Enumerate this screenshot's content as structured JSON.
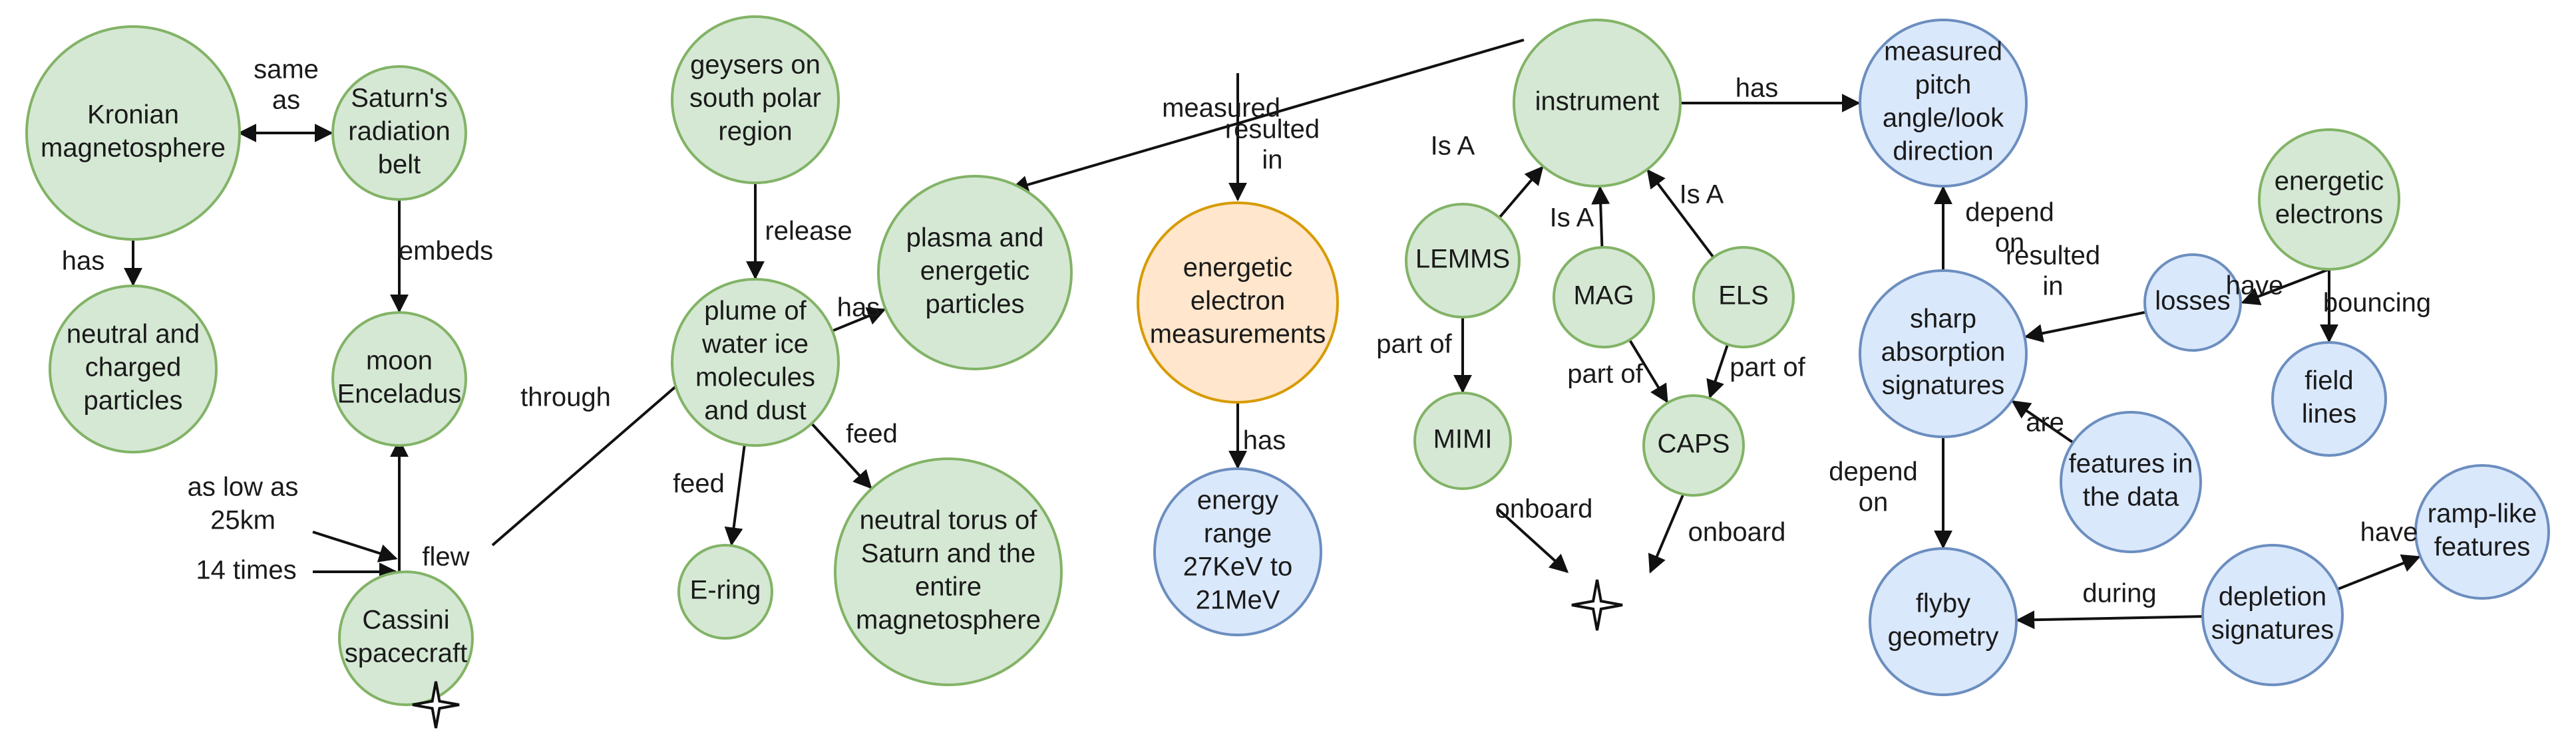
{
  "colors": {
    "green_fill": "#d5e8d4",
    "green_stroke": "#82b366",
    "blue_fill": "#dae8fc",
    "blue_stroke": "#6c8ebf",
    "orange_fill": "#ffe6cc",
    "orange_stroke": "#d79b00",
    "edge": "#111111"
  },
  "nodes": [
    {
      "id": "kronian",
      "lines": [
        "Kronian",
        "magnetosphere"
      ],
      "style": "green"
    },
    {
      "id": "radiation",
      "lines": [
        "Saturn's",
        "radiation",
        "belt"
      ],
      "style": "green"
    },
    {
      "id": "neutral_charged",
      "lines": [
        "neutral and",
        "charged",
        "particles"
      ],
      "style": "green"
    },
    {
      "id": "enceladus",
      "lines": [
        "moon",
        "Enceladus"
      ],
      "style": "green"
    },
    {
      "id": "cassini",
      "lines": [
        "Cassini",
        "spacecraft"
      ],
      "style": "green"
    },
    {
      "id": "geysers",
      "lines": [
        "geysers on",
        "south polar",
        "region"
      ],
      "style": "green"
    },
    {
      "id": "plume",
      "lines": [
        "plume of",
        "water ice",
        "molecules",
        "and dust"
      ],
      "style": "green"
    },
    {
      "id": "ering",
      "lines": [
        "E-ring"
      ],
      "style": "green"
    },
    {
      "id": "torus",
      "lines": [
        "neutral torus of",
        "Saturn and the",
        "entire",
        "magnetosphere"
      ],
      "style": "green"
    },
    {
      "id": "plasma",
      "lines": [
        "plasma and",
        "energetic",
        "particles"
      ],
      "style": "green"
    },
    {
      "id": "measurements",
      "lines": [
        "energetic",
        "electron",
        "measurements"
      ],
      "style": "orange"
    },
    {
      "id": "energy_range",
      "lines": [
        "energy",
        "range",
        "27KeV to",
        "21MeV"
      ],
      "style": "blue"
    },
    {
      "id": "instrument",
      "lines": [
        "instrument"
      ],
      "style": "green"
    },
    {
      "id": "lemms",
      "lines": [
        "LEMMS"
      ],
      "style": "green"
    },
    {
      "id": "mimi",
      "lines": [
        "MIMI"
      ],
      "style": "green"
    },
    {
      "id": "mag",
      "lines": [
        "MAG"
      ],
      "style": "green"
    },
    {
      "id": "els",
      "lines": [
        "ELS"
      ],
      "style": "green"
    },
    {
      "id": "caps",
      "lines": [
        "CAPS"
      ],
      "style": "green"
    },
    {
      "id": "pitch",
      "lines": [
        "measured",
        "pitch",
        "angle/look",
        "direction"
      ],
      "style": "blue"
    },
    {
      "id": "sharp",
      "lines": [
        "sharp",
        "absorption",
        "signatures"
      ],
      "style": "blue"
    },
    {
      "id": "losses",
      "lines": [
        "losses"
      ],
      "style": "blue"
    },
    {
      "id": "electrons",
      "lines": [
        "energetic",
        "electrons"
      ],
      "style": "green"
    },
    {
      "id": "field_lines",
      "lines": [
        "field",
        "lines"
      ],
      "style": "blue"
    },
    {
      "id": "features",
      "lines": [
        "features in",
        "the data"
      ],
      "style": "blue"
    },
    {
      "id": "flyby",
      "lines": [
        "flyby",
        "geometry"
      ],
      "style": "blue"
    },
    {
      "id": "depletion",
      "lines": [
        "depletion",
        "signatures"
      ],
      "style": "blue"
    },
    {
      "id": "ramp",
      "lines": [
        "ramp-like",
        "features"
      ],
      "style": "blue"
    }
  ],
  "edges": [
    {
      "from": "kronian",
      "to": "radiation",
      "bidirectional": true,
      "label": [
        "same",
        "as"
      ]
    },
    {
      "from": "kronian",
      "to": "neutral_charged",
      "label": [
        "has"
      ]
    },
    {
      "from": "radiation",
      "to": "enceladus",
      "label": [
        "embeds"
      ]
    },
    {
      "from": "cassini",
      "to": "enceladus",
      "label": []
    },
    {
      "from": "cassini",
      "to": "plume",
      "label": [
        "flew"
      ],
      "label2": [
        "through"
      ]
    },
    {
      "from": "text_as_low",
      "to": "cassini",
      "label": []
    },
    {
      "from": "text_14",
      "to": "cassini",
      "label": []
    },
    {
      "from": "geysers",
      "to": "plume",
      "label": [
        "release"
      ]
    },
    {
      "from": "plume",
      "to": "plasma",
      "label": [
        "has"
      ]
    },
    {
      "from": "plume",
      "to": "ering",
      "label": [
        "feed"
      ]
    },
    {
      "from": "plume",
      "to": "torus",
      "label": [
        "feed"
      ]
    },
    {
      "from": "instrument",
      "to": "plasma",
      "label": [
        "measured"
      ]
    },
    {
      "from": "resulted_split",
      "to": "measurements",
      "label": [
        "resulted",
        "in"
      ]
    },
    {
      "from": "measurements",
      "to": "energy_range",
      "label": [
        "has"
      ]
    },
    {
      "from": "instrument",
      "to": "pitch",
      "label": [
        "has"
      ]
    },
    {
      "from": "lemms",
      "to": "instrument",
      "label": [
        "Is A"
      ]
    },
    {
      "from": "mag",
      "to": "instrument",
      "label": [
        "Is A"
      ]
    },
    {
      "from": "els",
      "to": "instrument",
      "label": [
        "Is A"
      ]
    },
    {
      "from": "lemms",
      "to": "mimi",
      "label": [
        "part of"
      ]
    },
    {
      "from": "mag",
      "to": "caps",
      "label": [
        "part of"
      ]
    },
    {
      "from": "els",
      "to": "caps",
      "label": [
        "part of"
      ]
    },
    {
      "from": "mimi",
      "to": "star2",
      "label": [
        "onboard"
      ]
    },
    {
      "from": "caps",
      "to": "star2",
      "label": [
        "onboard"
      ]
    },
    {
      "from": "sharp",
      "to": "pitch",
      "label": [
        "depend",
        "on"
      ]
    },
    {
      "from": "losses",
      "to": "sharp",
      "label": [
        "resulted",
        "in"
      ]
    },
    {
      "from": "electrons",
      "to": "losses",
      "label": [
        "have"
      ]
    },
    {
      "from": "electrons",
      "to": "field_lines",
      "label": [
        "bouncing"
      ]
    },
    {
      "from": "features",
      "to": "sharp",
      "label": [
        "are"
      ]
    },
    {
      "from": "sharp",
      "to": "flyby",
      "label": [
        "depend",
        "on"
      ]
    },
    {
      "from": "depletion",
      "to": "flyby",
      "label": [
        "during"
      ]
    },
    {
      "from": "depletion",
      "to": "ramp",
      "label": [
        "have"
      ]
    }
  ],
  "free_text": [
    {
      "id": "text_as_low",
      "lines": [
        "as low as",
        "25km"
      ]
    },
    {
      "id": "text_14",
      "lines": [
        "14 times"
      ]
    }
  ],
  "stars": [
    "star1",
    "star2"
  ]
}
